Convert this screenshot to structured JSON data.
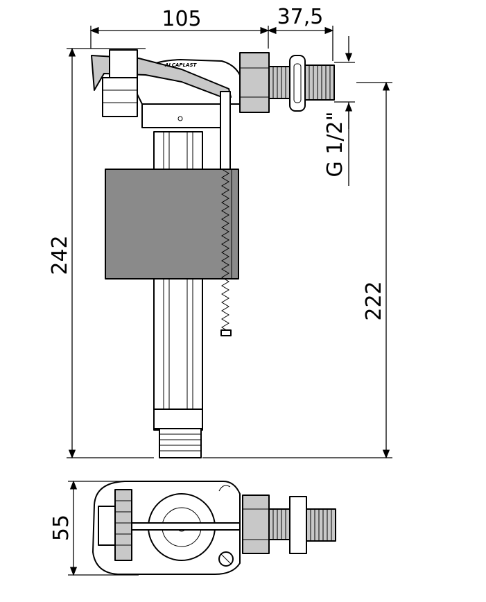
{
  "dimensions": {
    "top_width": "105",
    "top_offset": "37,5",
    "total_height": "242",
    "inlet_height": "222",
    "thread": "G 1/2\"",
    "plan_depth": "55"
  },
  "logo_text": "ALCAPLAST",
  "colors": {
    "line": "#000000",
    "float": "#8a8a8a",
    "body_grey": "#c8c8c8",
    "background": "#ffffff"
  }
}
